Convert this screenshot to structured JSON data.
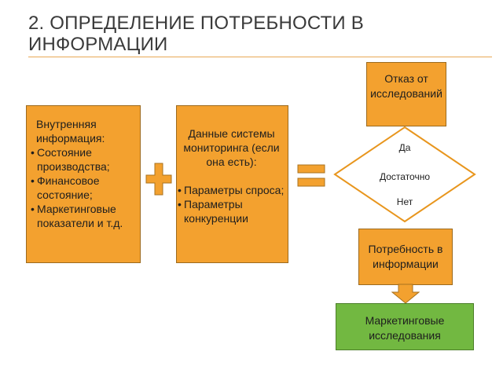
{
  "title": "2. ОПРЕДЕЛЕНИЕ ПОТРЕБНОСТИ В ИНФОРМАЦИИ",
  "internal": {
    "lead": "Внутренняя информация:",
    "items": [
      "Состояние производства;",
      "Финансовое состояние;",
      "Маркетинговые показатели и т.д."
    ]
  },
  "monitoring": {
    "lead": "Данные системы мониторинга (если она есть):",
    "items": [
      "Параметры спроса;",
      "Параметры конкуренции"
    ]
  },
  "decision": {
    "yes": "Да",
    "question": "Достаточно",
    "no": "Нет"
  },
  "refusal": "Отказ от исследований",
  "need": "Потребность в информации",
  "research": "Маркетинговые исследования",
  "colors": {
    "orange": "#f3a12f",
    "green": "#72b841",
    "title_rule": "#e8a855"
  }
}
